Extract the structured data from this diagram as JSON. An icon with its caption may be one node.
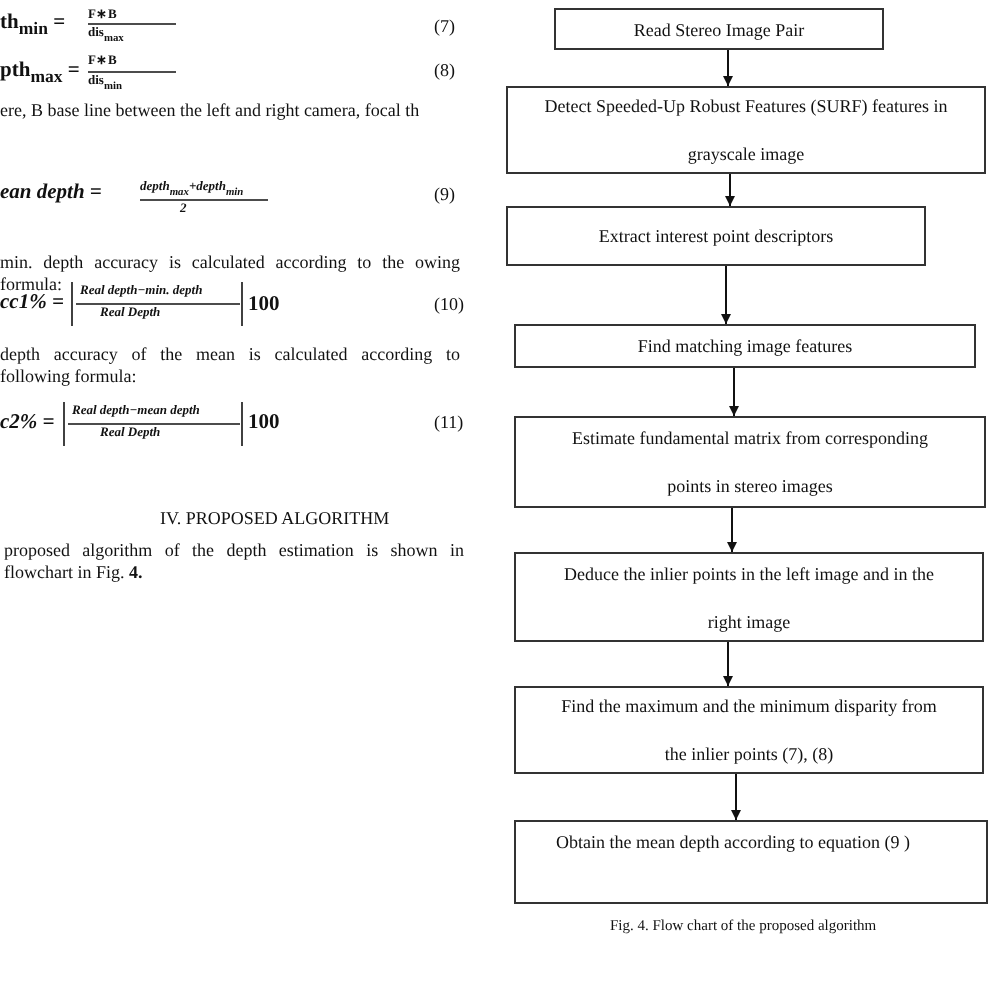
{
  "diagram": {
    "caption": "Fig. 4. Flow chart of the proposed algorithm",
    "nodes": [
      {
        "text": [
          "Read Stereo Image Pair"
        ]
      },
      {
        "text": [
          "Detect Speeded-Up Robust Features (SURF) features in grayscale image"
        ]
      },
      {
        "text": [
          "Extract  interest point descriptors"
        ]
      },
      {
        "text": [
          "Find matching image features"
        ]
      },
      {
        "text": [
          "Estimate fundamental matrix from corresponding points in stereo images"
        ]
      },
      {
        "text": [
          "Deduce the inlier points in the left image and in the right image"
        ]
      },
      {
        "text": [
          "Find the maximum and the minimum disparity from the inlier points (7), (8)"
        ]
      },
      {
        "text": [
          "Obtain the mean depth according to equation (9 )"
        ]
      }
    ],
    "edges": [
      {
        "from": 0,
        "to": 1,
        "arrow": "to"
      },
      {
        "from": 1,
        "to": 2,
        "arrow": "to"
      },
      {
        "from": 2,
        "to": 3,
        "arrow": "to"
      },
      {
        "from": 3,
        "to": 4,
        "arrow": "to"
      },
      {
        "from": 4,
        "to": 5,
        "arrow": "to"
      },
      {
        "from": 5,
        "to": 6,
        "arrow": "to"
      },
      {
        "from": 6,
        "to": 7,
        "arrow": "to"
      }
    ],
    "labels": [
      "th$_{min}$ =",
      "F∗B",
      "dis$_{max}$",
      "(7)",
      "pth$_{max}$ =",
      "F∗B",
      "dis$_{min}$",
      "(8)",
      "ere, B base line between the left and right camera, focal th",
      "ean depth =",
      "depth$_{max}$+depth$_{min}$",
      "2",
      "(9)",
      "min. depth accuracy is calculated according to the owing formula:",
      "cc1% =",
      "Real depth−min. depth",
      "Real Depth",
      "100",
      "(10)",
      "depth accuracy of the mean is calculated according to following formula:",
      "c2% =",
      "Real depth−mean depth",
      "Real Depth",
      "100",
      "(11)",
      "IV. PROPOSED ALGORITHM",
      "proposed algorithm of the depth estimation is shown in flowchart in Fig. **4.**"
    ]
  }
}
